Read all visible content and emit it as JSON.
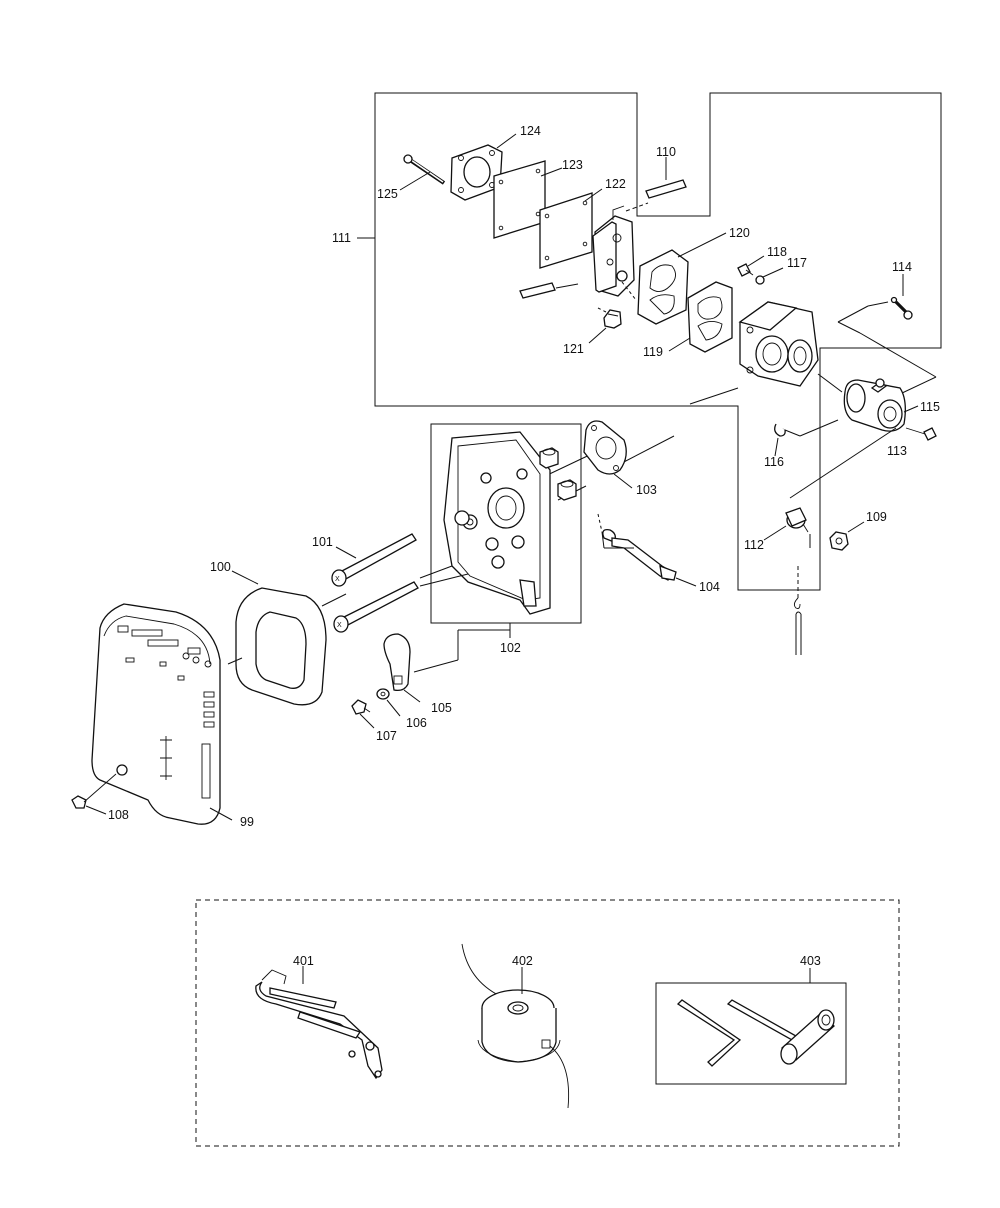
{
  "diagram": {
    "type": "exploded-parts-diagram",
    "part_numbers": {
      "p99": "99",
      "p100": "100",
      "p101": "101",
      "p102": "102",
      "p103": "103",
      "p104": "104",
      "p105": "105",
      "p106": "106",
      "p107": "107",
      "p108": "108",
      "p109": "109",
      "p110": "110",
      "p111": "111",
      "p112": "112",
      "p113": "113",
      "p114": "114",
      "p115": "115",
      "p116": "116",
      "p117": "117",
      "p118": "118",
      "p119": "119",
      "p120": "120",
      "p121": "121",
      "p122": "122",
      "p123": "123",
      "p124": "124",
      "p125": "125",
      "p401": "401",
      "p402": "402",
      "p403": "403"
    }
  }
}
